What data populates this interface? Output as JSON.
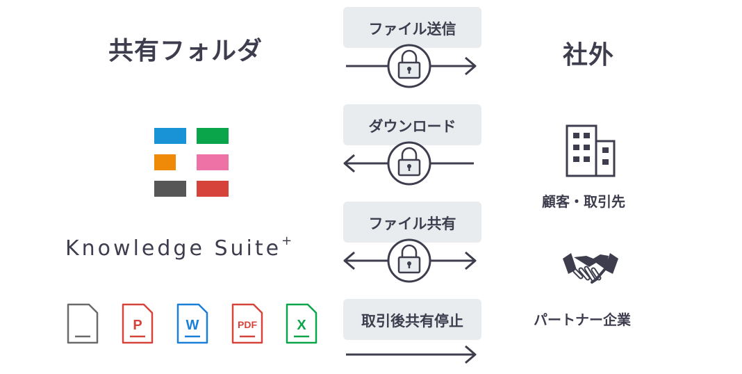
{
  "left_title": "共有フォルダ",
  "right_title": "社外",
  "brand": {
    "name": "Knowledge Suite",
    "superscript": "+"
  },
  "logo_colors": [
    "#1a93d6",
    "#0aa54a",
    "#ee8a08",
    "#ee72a6",
    "#565656",
    "#d6433a"
  ],
  "actions": [
    {
      "label": "ファイル送信",
      "direction": "right",
      "lock": true
    },
    {
      "label": "ダウンロード",
      "direction": "left",
      "lock": true
    },
    {
      "label": "ファイル共有",
      "direction": "both",
      "lock": true
    },
    {
      "label": "取引後共有停止",
      "direction": "right",
      "lock": false
    }
  ],
  "file_icons": [
    {
      "icon": "blank-file-icon",
      "letter": "",
      "color": "#6a6a6a"
    },
    {
      "icon": "powerpoint-file-icon",
      "letter": "P",
      "color": "#d6433a"
    },
    {
      "icon": "word-file-icon",
      "letter": "W",
      "color": "#1a7fd6"
    },
    {
      "icon": "pdf-file-icon",
      "letter": "PDF",
      "color": "#d6433a"
    },
    {
      "icon": "excel-file-icon",
      "letter": "X",
      "color": "#0aa54a"
    }
  ],
  "external": {
    "clients_label": "顧客・取引先",
    "partners_label": "パートナー企業"
  }
}
